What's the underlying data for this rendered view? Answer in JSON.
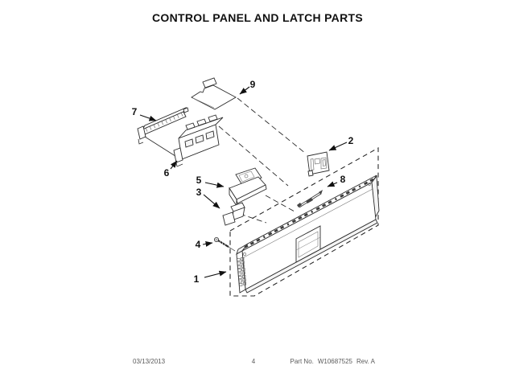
{
  "page": {
    "title": "CONTROL PANEL AND LATCH PARTS",
    "footer": {
      "date": "03/13/2013",
      "page_number": "4",
      "part_label": "Part No.",
      "part_number": "W10687525",
      "revision": "Rev. A"
    }
  },
  "colors": {
    "ink": "#2b2b2b",
    "footer_text": "#5a5a5a"
  },
  "callouts": [
    {
      "number": "1"
    },
    {
      "number": "2"
    },
    {
      "number": "3"
    },
    {
      "number": "4"
    },
    {
      "number": "5"
    },
    {
      "number": "6"
    },
    {
      "number": "7"
    },
    {
      "number": "8"
    },
    {
      "number": "9"
    }
  ]
}
